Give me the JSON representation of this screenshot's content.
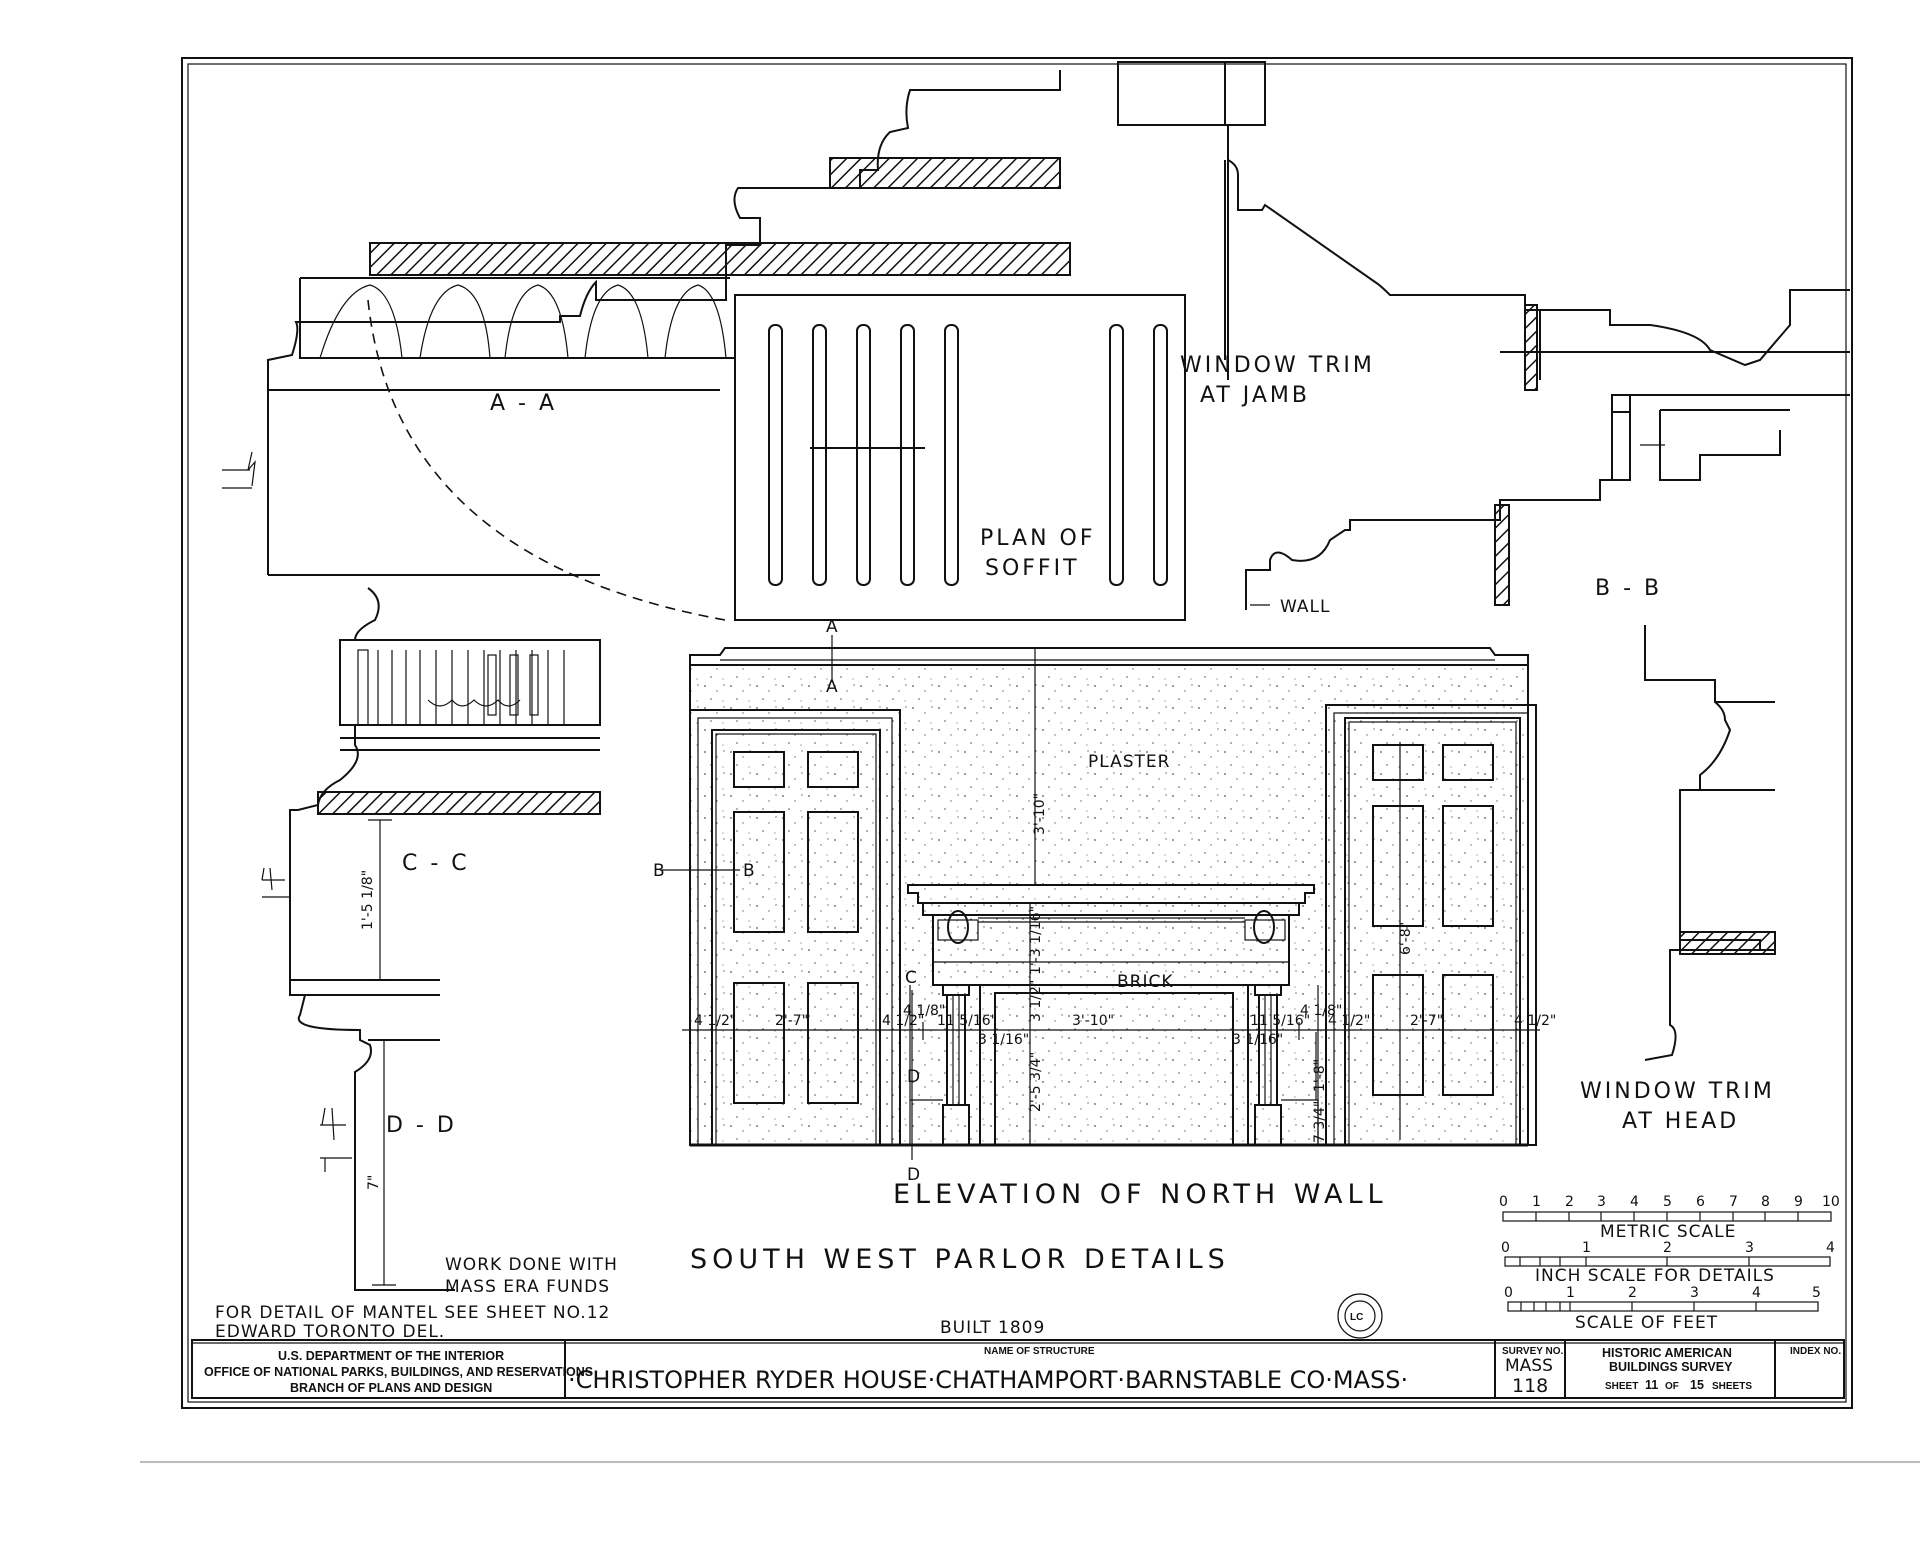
{
  "labels": {
    "section_aa": "A - A",
    "plan_soffit": [
      "PLAN OF",
      "SOFFIT"
    ],
    "window_jamb": [
      "WINDOW TRIM",
      "AT JAMB"
    ],
    "wall": "WALL",
    "section_bb": "B - B",
    "section_cc": "C - C",
    "section_dd": "D - D",
    "plaster": "PLASTER",
    "brick": "BRICK",
    "window_head": [
      "WINDOW TRIM",
      "AT HEAD"
    ],
    "elevation_title": "ELEVATION OF NORTH WALL",
    "sheet_title": "SOUTH WEST PARLOR DETAILS",
    "work_note": [
      "WORK DONE WITH",
      "MASS ERA FUNDS"
    ],
    "mantel_note": "FOR DETAIL OF MANTEL SEE SHEET NO.12",
    "delineator": "EDWARD TORONTO DEL.",
    "built": "BUILT 1809",
    "cut_a": "A",
    "cut_b": "B",
    "cut_c": "C",
    "cut_d": "D"
  },
  "dimensions": {
    "cornice_height": "3'-10\"",
    "door_height_right": "6'-8\"",
    "cc_height": "1'-5 1/8\"",
    "dd_height": "7\"",
    "mantel_frieze": "1'-3 1/16\"",
    "mantel_small": "3 1/2\"",
    "fireplace_height": "2'-5 3/4\"",
    "plinth": "7 3/4\"",
    "pilaster_height": "1'-8\"",
    "horizontal": [
      "4 1/2\"",
      "2'-7\"",
      "4 1/2\"",
      "4 1/8\"",
      "11 5/16\"",
      "3 1/16\"",
      "3'-10\"",
      "3 1/16\"",
      "11 5/16\"",
      "4 1/8\"",
      "4 1/2\"",
      "2'-7\"",
      "4 1/2\""
    ]
  },
  "scales": {
    "metric_ticks": [
      "0",
      "1",
      "2",
      "3",
      "4",
      "5",
      "6",
      "7",
      "8",
      "9",
      "10"
    ],
    "metric_label": "METRIC SCALE",
    "inch_ticks": [
      "0",
      "1",
      "2",
      "3",
      "4"
    ],
    "inch_label": "INCH SCALE FOR DETAILS",
    "feet_ticks": [
      "0",
      "1",
      "2",
      "3",
      "4",
      "5"
    ],
    "feet_label": "SCALE OF FEET"
  },
  "title_block": {
    "agency": [
      "U.S. DEPARTMENT OF THE INTERIOR",
      "OFFICE OF NATIONAL PARKS, BUILDINGS, AND RESERVATIONS",
      "BRANCH OF PLANS AND DESIGN"
    ],
    "structure_caption": "NAME OF STRUCTURE",
    "structure_name": "·CHRISTOPHER RYDER HOUSE·CHATHAMPORT·BARNSTABLE CO·MASS·",
    "survey_caption": "SURVEY NO.",
    "survey_state": "MASS",
    "survey_number": "118",
    "hab_lines": [
      "HISTORIC AMERICAN",
      "BUILDINGS SURVEY"
    ],
    "sheet_prefix": "SHEET",
    "sheet_number": "11",
    "sheet_of": "OF",
    "sheet_total": "15",
    "sheet_suffix": "SHEETS",
    "index_caption": "INDEX NO."
  },
  "stamp": "LC"
}
